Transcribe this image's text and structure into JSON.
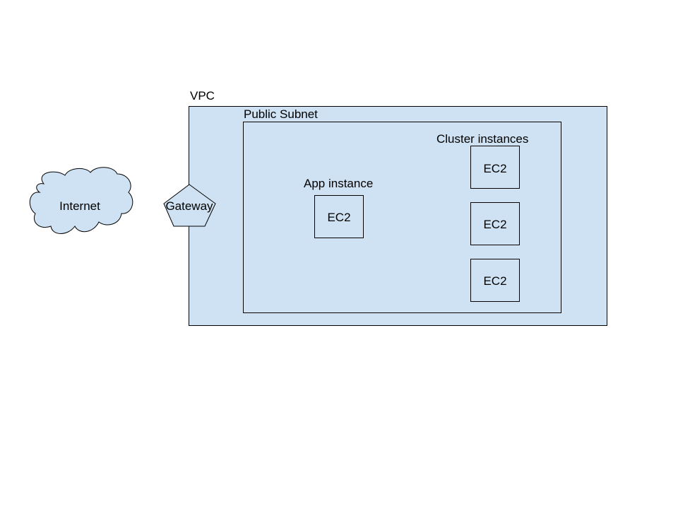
{
  "diagram": {
    "vpc": {
      "label": "VPC"
    },
    "internet": {
      "label": "Internet"
    },
    "gateway": {
      "label": "Gateway"
    },
    "subnet": {
      "label": "Public Subnet"
    },
    "app": {
      "group_label": "App instance",
      "instance_label": "EC2"
    },
    "cluster": {
      "group_label": "Cluster instances",
      "instances": [
        {
          "label": "EC2"
        },
        {
          "label": "EC2"
        },
        {
          "label": "EC2"
        }
      ]
    }
  },
  "colors": {
    "fill": "#cfe2f3",
    "stroke": "#000000",
    "background": "#ffffff"
  }
}
